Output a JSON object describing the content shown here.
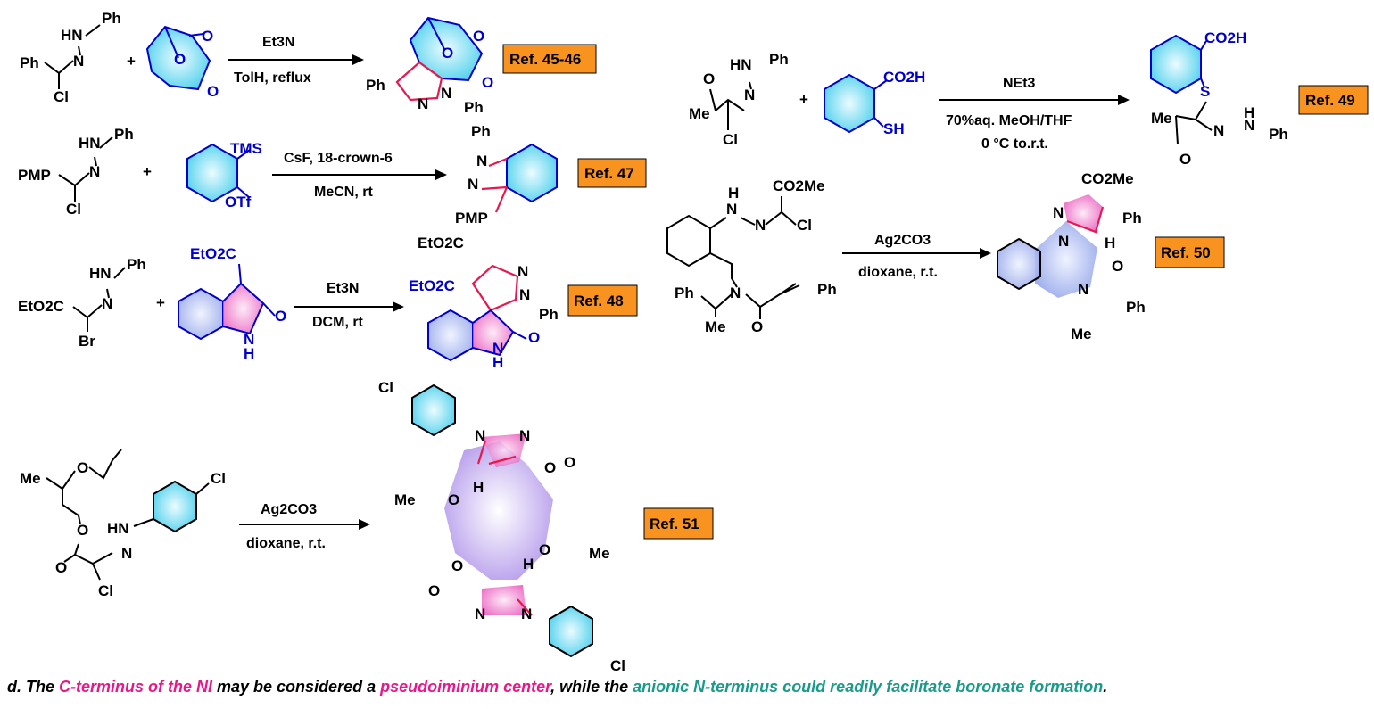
{
  "reactions": [
    {
      "id": "r1",
      "reagents": [
        "Et3N",
        "TolH, reflux"
      ],
      "ref": "Ref. 45-46",
      "labels": {
        "sm_ph": "Ph",
        "sm_hn": "HN",
        "sm_n": "N",
        "sm_cl": "Cl",
        "sm_nh_ph": "Ph",
        "o_top": "O",
        "o_mid": "O",
        "o_ketone": "O",
        "p_ph_left": "Ph",
        "p_n1": "N",
        "p_n2": "N",
        "p_ph": "Ph",
        "p_o_top": "O",
        "p_o_mid": "O",
        "p_o_ketone": "O"
      }
    },
    {
      "id": "r2",
      "reagents": [
        "CsF, 18-crown-6",
        "MeCN, rt"
      ],
      "ref": "Ref. 47",
      "labels": {
        "sm_pmp": "PMP",
        "sm_hn": "HN",
        "sm_ph": "Ph",
        "sm_n": "N",
        "sm_cl": "Cl",
        "tms": "TMS",
        "otf": "OTf",
        "p_ph": "Ph",
        "p_n1": "N",
        "p_n2": "N",
        "p_pmp": "PMP"
      }
    },
    {
      "id": "r3",
      "reagents": [
        "Et3N",
        "DCM, rt"
      ],
      "ref": "Ref. 48",
      "labels": {
        "sm_eto2c": "EtO2C",
        "sm_hn": "HN",
        "sm_ph": "Ph",
        "sm_n": "N",
        "sm_br": "Br",
        "isa_eto2c": "EtO2C",
        "isa_o": "O",
        "isa_nh": "N",
        "isa_h": "H",
        "p_eto2c_top": "EtO2C",
        "p_eto2c_left": "EtO2C",
        "p_n1": "N",
        "p_n2": "N",
        "p_ph": "Ph",
        "p_o": "O",
        "p_nh": "N",
        "p_h": "H"
      }
    },
    {
      "id": "r4",
      "reagents": [
        "NEt3",
        "70%aq. MeOH/THF",
        "0 °C to.r.t."
      ],
      "ref": "Ref. 49",
      "labels": {
        "sm_me": "Me",
        "sm_o": "O",
        "sm_hn": "HN",
        "sm_ph": "Ph",
        "sm_n": "N",
        "sm_cl": "Cl",
        "co2h": "CO2H",
        "sh": "SH",
        "p_co2h": "CO2H",
        "p_s": "S",
        "p_me": "Me",
        "p_o": "O",
        "p_n": "N",
        "p_h": "H",
        "p_nh": "N",
        "p_ph": "Ph"
      }
    },
    {
      "id": "r5",
      "reagents": [
        "Ag2CO3",
        "dioxane, r.t."
      ],
      "ref": "Ref. 50",
      "labels": {
        "sm_h": "H",
        "sm_n1": "N",
        "sm_n2": "N",
        "sm_co2me": "CO2Me",
        "sm_cl": "Cl",
        "sm_ph1": "Ph",
        "sm_n_amide": "N",
        "sm_me": "Me",
        "sm_o": "O",
        "sm_ph2": "Ph",
        "p_co2me": "CO2Me",
        "p_n1": "N",
        "p_n2": "N",
        "p_ph": "Ph",
        "p_h": "H",
        "p_o": "O",
        "p_n3": "N",
        "p_ph2": "Ph",
        "p_me": "Me"
      }
    },
    {
      "id": "r6",
      "reagents": [
        "Ag2CO3",
        "dioxane, r.t."
      ],
      "ref": "Ref. 51",
      "labels": {
        "sm_me": "Me",
        "sm_o_ether": "O",
        "sm_o_ester": "O",
        "sm_o_carbonyl": "O",
        "sm_hn": "HN",
        "sm_n": "N",
        "sm_cl_ring": "Cl",
        "sm_cl": "Cl",
        "p_cl_top": "Cl",
        "p_n_top1": "N",
        "p_n_top2": "N",
        "p_o_top": "O",
        "p_h_top": "H",
        "p_me_left": "Me",
        "p_o_left": "O",
        "p_o_right": "O",
        "p_me_right": "Me",
        "p_o_left2": "O",
        "p_h_bot": "H",
        "p_o_bot": "O",
        "p_n_bot1": "N",
        "p_n_bot2": "N",
        "p_cl_bot": "Cl",
        "p_o_ring": "O"
      }
    }
  ],
  "plus_sign": "+",
  "footnote": {
    "prefix": "d. The ",
    "pink1": "C-terminus of the NI",
    "mid": " may be considered a ",
    "pink2": "pseudoiminium center",
    "mid2": ", while the ",
    "teal": "anionic N-terminus could readily facilitate boronate formation",
    "suffix": "."
  },
  "colors": {
    "ref_box": "#f7931e",
    "blue_reagent": "#0000cc",
    "pink_bond": "#e8174e",
    "pink_text": "#e8178a",
    "teal_text": "#1a9a8a",
    "cyan_fill": "#29c6e8",
    "pink_fill": "#e84db8",
    "purple_fill": "#a98be8"
  }
}
